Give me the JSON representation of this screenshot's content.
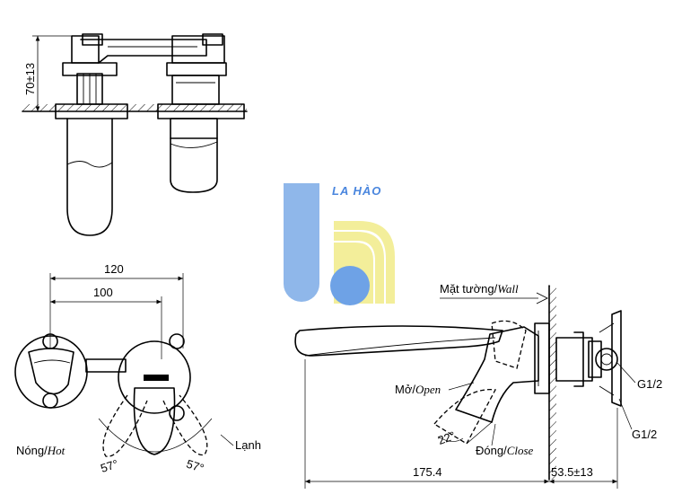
{
  "brand": {
    "name": "LA HÀO",
    "colors": {
      "blue_bar": "#8fb7ea",
      "blue_dot": "#6ea2e6",
      "yellow": "#f3ee9a",
      "text": "#4a86de"
    }
  },
  "top_view": {
    "height_dim": "70±13"
  },
  "front_view": {
    "dim_outer": "120",
    "dim_inner": "100",
    "hot_label": "Nóng",
    "hot_label_en": "Hot",
    "cold_label": "Lạnh",
    "angle_left": "57°",
    "angle_right": "57°"
  },
  "side_view": {
    "wall_label": "Mặt tường",
    "wall_label_en": "Wall",
    "open_label": "Mở",
    "open_label_en": "Open",
    "close_label": "Đóng",
    "close_label_en": "Close",
    "angle": "22°",
    "dim_spout": "175.4",
    "dim_depth": "53.5±13",
    "thread_top": "G1/2",
    "thread_bottom": "G1/2"
  }
}
